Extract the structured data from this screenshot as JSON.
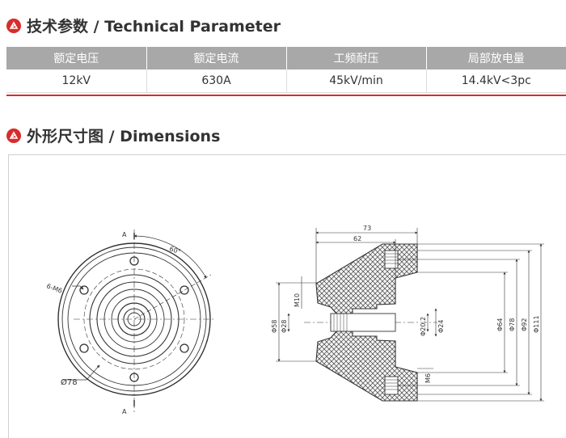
{
  "sections": {
    "technical": {
      "title": "技术参数 / Technical Parameter"
    },
    "dimensions": {
      "title": "外形尺寸图 / Dimensions"
    }
  },
  "table": {
    "headers": [
      "额定电压",
      "额定电流",
      "工频耐压",
      "局部放电量"
    ],
    "rows": [
      [
        "12kV",
        "630A",
        "45kV/min",
        "14.4kV<3pc"
      ]
    ]
  },
  "drawing": {
    "front_view": {
      "angle_label": "60°",
      "holes_label": "6-M6",
      "diameter_label": "Ø78",
      "section_mark": "A"
    },
    "side_view": {
      "top_dims": [
        "73",
        "62"
      ],
      "left_dims": [
        "Φ58",
        "Φ28",
        "M10"
      ],
      "inner_dims": [
        "Φ20.2",
        "Φ24"
      ],
      "bottom_thread": "M6",
      "right_dims": [
        "Φ64",
        "Φ78",
        "Φ92",
        "Φ111"
      ]
    }
  },
  "colors": {
    "accent": "#d92b2b",
    "table_header_bg": "#a8a8a8",
    "heading_text": "#333333"
  }
}
